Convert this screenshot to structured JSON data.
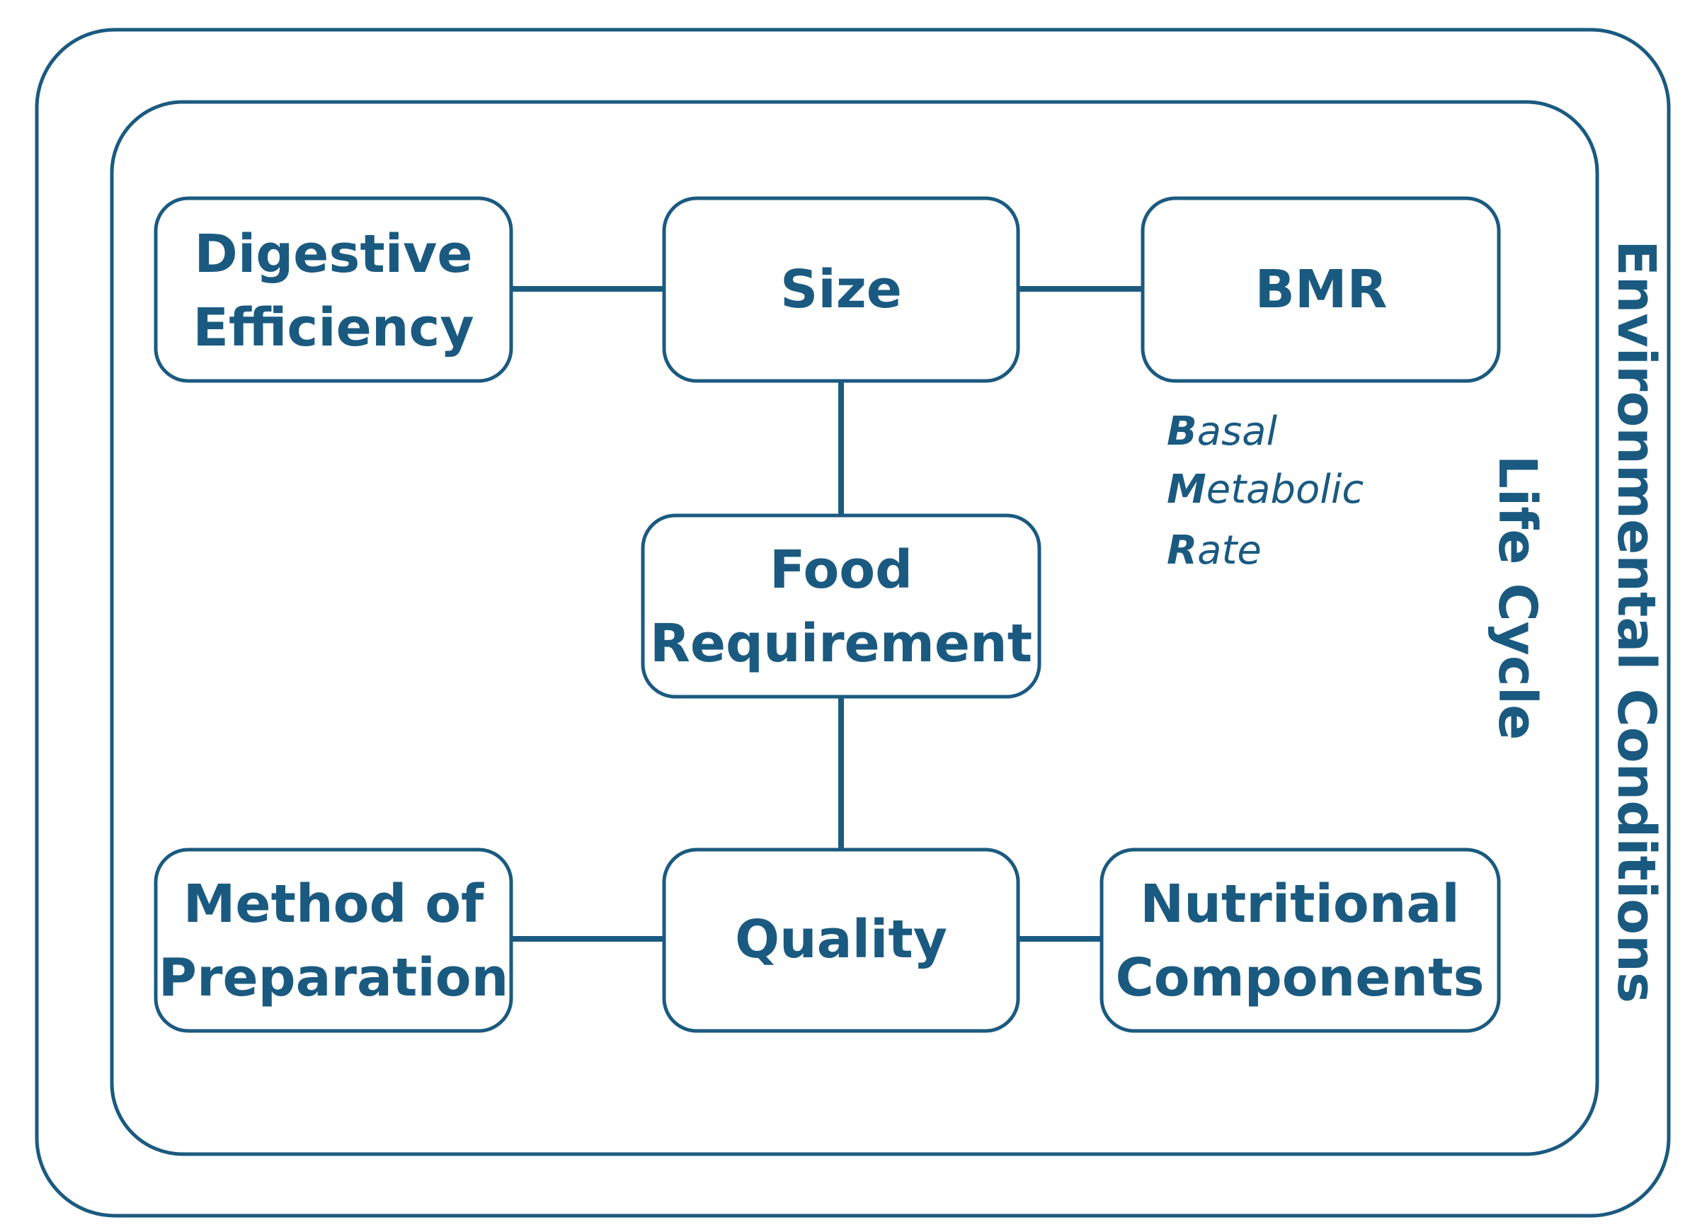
{
  "diagram": {
    "frames": {
      "outer": "Environmental Conditions",
      "inner": "Life Cycle"
    },
    "nodes": {
      "digestive": {
        "line1": "Digestive",
        "line2": "Efficiency"
      },
      "size": {
        "line1": "Size"
      },
      "bmr": {
        "line1": "BMR"
      },
      "food": {
        "line1": "Food",
        "line2": "Requirement"
      },
      "method": {
        "line1": "Method of",
        "line2": "Preparation"
      },
      "quality": {
        "line1": "Quality"
      },
      "nutritional": {
        "line1": "Nutritional",
        "line2": "Components"
      }
    },
    "bmr_expansion": [
      {
        "initial": "B",
        "rest": "asal"
      },
      {
        "initial": "M",
        "rest": "etabolic"
      },
      {
        "initial": "R",
        "rest": "ate"
      }
    ],
    "edges": [
      [
        "digestive",
        "size"
      ],
      [
        "size",
        "bmr"
      ],
      [
        "size",
        "food"
      ],
      [
        "food",
        "quality"
      ],
      [
        "method",
        "quality"
      ],
      [
        "quality",
        "nutritional"
      ]
    ],
    "colors": {
      "stroke": "#1b5a80",
      "text": "#1b5a80",
      "background": "#ffffff"
    }
  }
}
